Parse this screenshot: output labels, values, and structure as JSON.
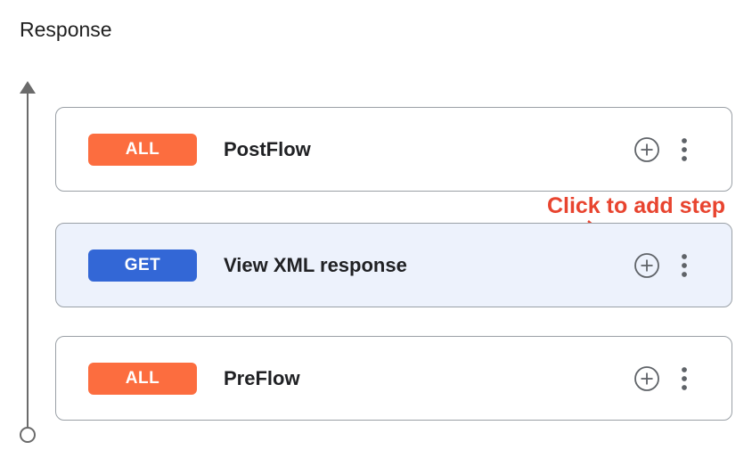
{
  "header": {
    "title": "Response"
  },
  "annotation": {
    "text": "Click to add step",
    "color": "#e8442f"
  },
  "colors": {
    "badge_all": "#fc6d3f",
    "badge_get": "#3367d6",
    "selected_card_bg": "#edf2fc",
    "card_border": "#9aa0a6",
    "icon_gray": "#5f6368",
    "axis_gray": "#6b6b6b",
    "annotation_red": "#e8442f"
  },
  "icons": {
    "add_step": "plus-circle-icon",
    "more_options": "vertical-dots-icon",
    "axis": "arrow-up-icon"
  },
  "flow": {
    "cards": [
      {
        "badge": "ALL",
        "badge_color": "#fc6d3f",
        "label": "PostFlow",
        "selected": false
      },
      {
        "badge": "GET",
        "badge_color": "#3367d6",
        "label": "View XML response",
        "selected": true
      },
      {
        "badge": "ALL",
        "badge_color": "#fc6d3f",
        "label": "PreFlow",
        "selected": false
      }
    ]
  }
}
